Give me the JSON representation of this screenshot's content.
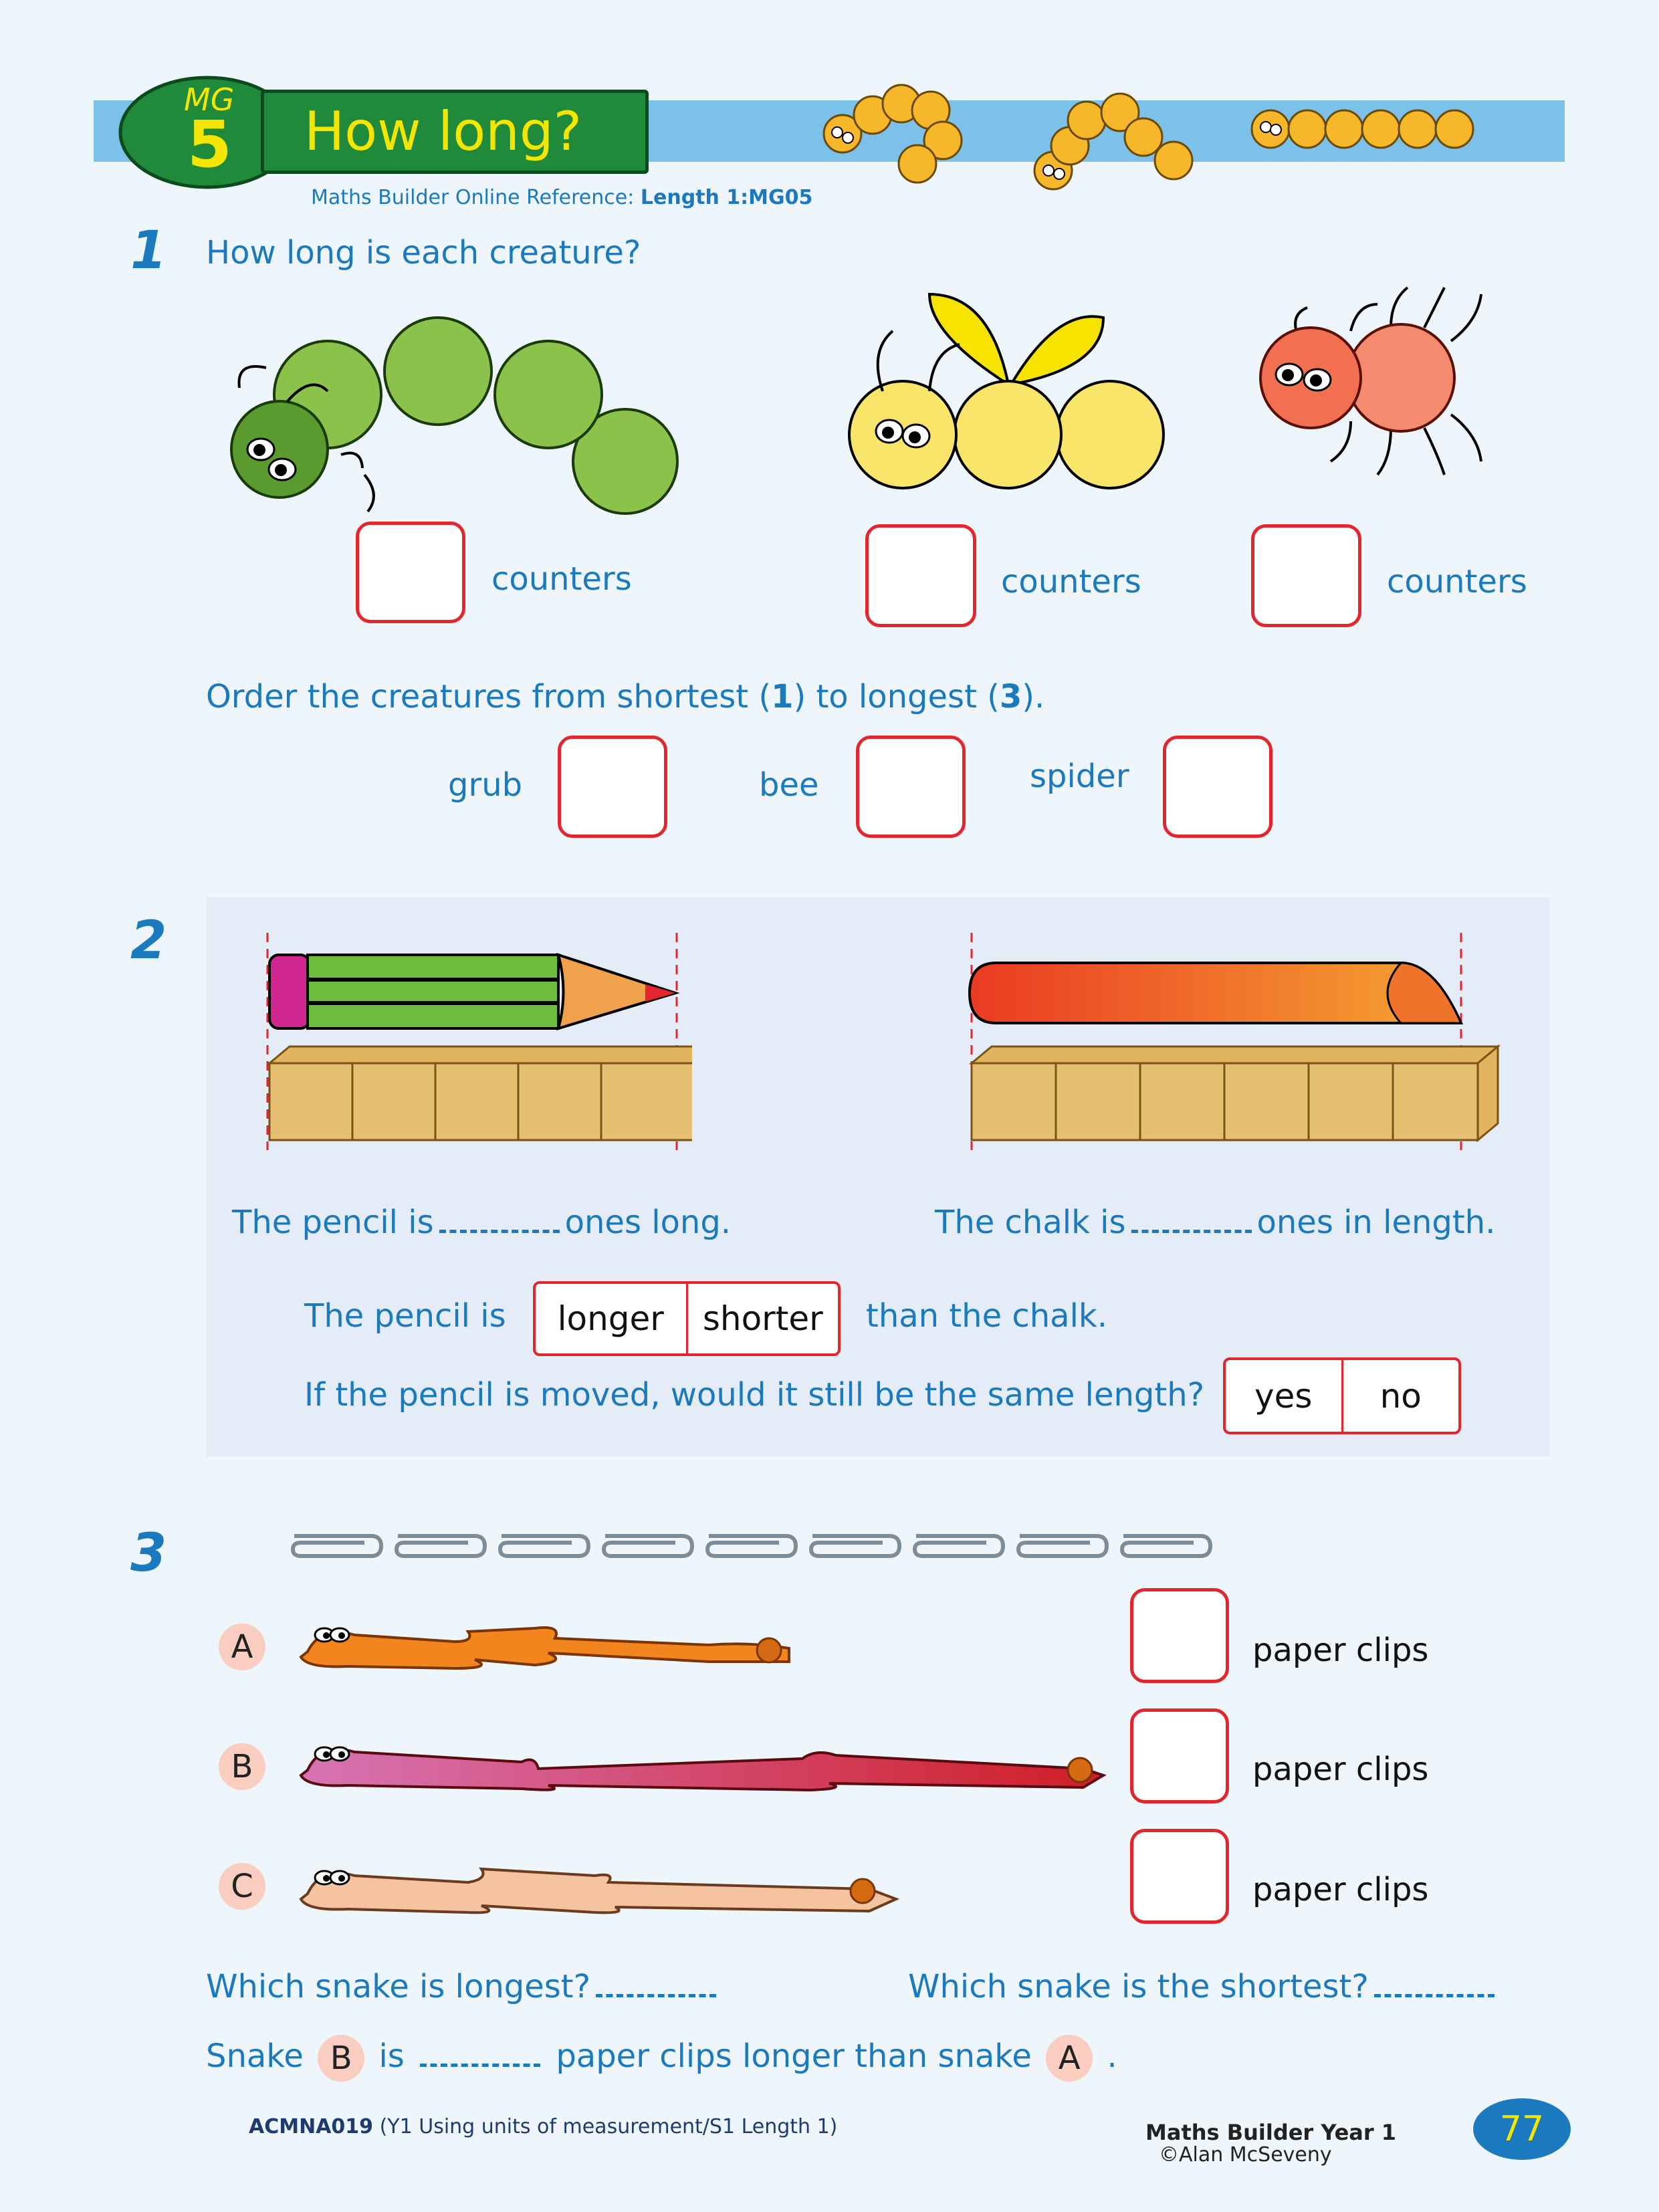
{
  "header": {
    "mg_label": "MG",
    "mg_number": "5",
    "title": "How long?",
    "reference_prefix": "Maths Builder Online Reference: ",
    "reference_code": "Length 1:MG05"
  },
  "q1": {
    "number": "1",
    "prompt": "How long is each creature?",
    "unit_label": "counters",
    "order_prompt_a": "Order the creatures from shortest (",
    "order_one": "1",
    "order_prompt_b": ") to longest (",
    "order_three": "3",
    "order_prompt_c": ").",
    "creatures": [
      "grub",
      "bee",
      "spider"
    ]
  },
  "q2": {
    "number": "2",
    "pencil_sentence_a": "The pencil is",
    "pencil_sentence_b": "ones long.",
    "chalk_sentence_a": "The chalk is",
    "chalk_sentence_b": "ones in length.",
    "compare_a": "The pencil is",
    "option_longer": "longer",
    "option_shorter": "shorter",
    "compare_b": "than the chalk.",
    "moved_question": "If the pencil is moved, would it still be the same length?",
    "option_yes": "yes",
    "option_no": "no"
  },
  "q3": {
    "number": "3",
    "snakes": [
      "A",
      "B",
      "C"
    ],
    "unit_label": "paper clips",
    "longest_question": "Which snake is longest?",
    "shortest_question": "Which snake is the shortest?",
    "snake_word": "Snake",
    "is_word": "is",
    "longer_than": "paper clips longer than snake",
    "sentence_end": ".",
    "snake_b": "B",
    "snake_a": "A"
  },
  "footer": {
    "code": "ACMNA019",
    "code_desc": "(Y1 Using units of measurement/S1 Length 1)",
    "book": "Maths Builder Year 1",
    "copyright": "©Alan McSeveny",
    "page_number": "77"
  },
  "colors": {
    "blue_text": "#1b79bd",
    "header_band": "#7cc1ea",
    "title_green": "#1e8a3a",
    "title_yellow": "#f4e600",
    "answer_box_red": "#e3262d"
  }
}
